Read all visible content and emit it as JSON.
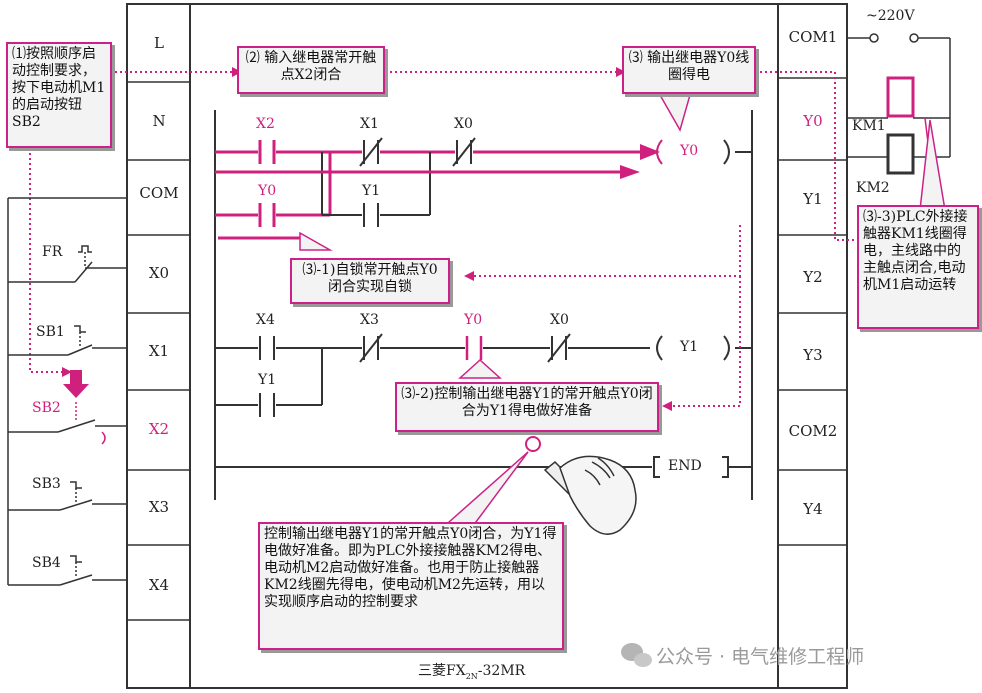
{
  "left_terminals": [
    "L",
    "N",
    "COM",
    "X0",
    "X1",
    "X2",
    "X3",
    "X4"
  ],
  "right_terminals": [
    "COM1",
    "Y0",
    "Y1",
    "Y2",
    "Y3",
    "COM2",
    "Y4"
  ],
  "highlight_terminals": [
    "X2",
    "Y0"
  ],
  "supply": "~220V",
  "coils": [
    "KM1",
    "KM2"
  ],
  "inputs": {
    "fr": "FR",
    "sb1": "SB1",
    "sb2": "SB2",
    "sb3": "SB3",
    "sb4": "SB4"
  },
  "ladder": {
    "rung1": {
      "contacts": [
        "X2",
        "X1",
        "X0"
      ],
      "parallel": "Y0",
      "parallel2": "Y1",
      "coil": "Y0"
    },
    "rung2": {
      "contacts": [
        "X4",
        "X3",
        "Y0",
        "X0"
      ],
      "parallel": "Y1",
      "coil": "Y1"
    },
    "end": "END"
  },
  "notes": {
    "n1": "⑴按照顺序启动控制要求，按下电动机M1的启动按钮SB2",
    "n2": "⑵ 输入继电器常开触点X2闭合",
    "n3": "⑶ 输出继电器Y0线圈得电",
    "n31": "⑶-1)自锁常开触点Y0闭合实现自锁",
    "n32": "⑶-2)控制输出继电器Y1的常开触点Y0闭合为Y1得电做好准备",
    "n33": "⑶-3)PLC外接接触器KM1线圈得电，主线路中的主触点闭合,电动机M1启动运转",
    "bottom": "控制输出继电器Y1的常开触点Y0闭合，为Y1得电做好准备。即为PLC外接接触器KM2得电、电动机M2启动做好准备。也用于防止接触器KM2线圈先得电，使电动机M2先运转，用以实现顺序启动的控制要求"
  },
  "brand": {
    "main": "三菱FX",
    "sub": "2N",
    "suffix": "-32MR"
  },
  "watermark": "公众号 · 电气维修工程师",
  "colors": {
    "accent": "#d0207e",
    "line": "#222222",
    "note_bg": "#f3f3f3"
  }
}
